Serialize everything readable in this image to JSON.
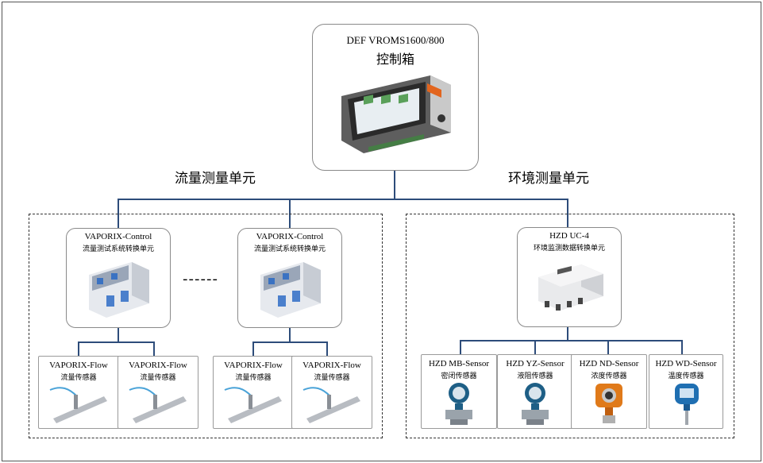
{
  "controller": {
    "model": "DEF VROMS1600/800",
    "label": "控制箱",
    "icon": "touchscreen-control-box"
  },
  "groups": {
    "flow": "流量测量单元",
    "env": "环境测量单元"
  },
  "ellipsis": "------",
  "flow_units": [
    {
      "name": "VAPORIX-Control",
      "desc": "流量测试系统转换单元",
      "sensors": [
        {
          "name": "VAPORIX-Flow",
          "desc": "流量传感器"
        },
        {
          "name": "VAPORIX-Flow",
          "desc": "流量传感器"
        }
      ]
    },
    {
      "name": "VAPORIX-Control",
      "desc": "流量测试系统转换单元",
      "sensors": [
        {
          "name": "VAPORIX-Flow",
          "desc": "流量传感器"
        },
        {
          "name": "VAPORIX-Flow",
          "desc": "流量传感器"
        }
      ]
    }
  ],
  "env_unit": {
    "name": "HZD UC-4",
    "desc": "环境监测数据转换单元",
    "sensors": [
      {
        "name": "HZD MB-Sensor",
        "desc": "密闭传感器",
        "color": "#1e5f86"
      },
      {
        "name": "HZD YZ-Sensor",
        "desc": "液阻传感器",
        "color": "#1e5f86"
      },
      {
        "name": "HZD ND-Sensor",
        "desc": "浓度传感器",
        "color": "#e07a1a"
      },
      {
        "name": "HZD WD-Sensor",
        "desc": "温度传感器",
        "color": "#1f6fb2"
      }
    ]
  },
  "colors": {
    "connector": "#2d4c7a",
    "box_border": "#8a8a8a"
  }
}
